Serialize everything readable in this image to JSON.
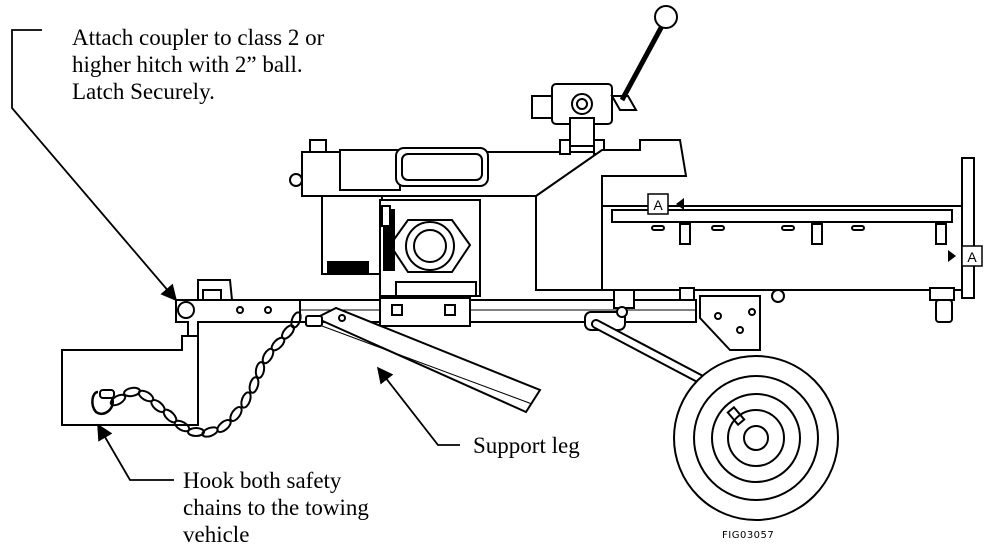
{
  "callouts": {
    "coupler": "Attach coupler to class 2 or\nhigher hitch with 2” ball.\nLatch Securely.",
    "chains": "Hook both safety\nchains to the towing\nvehicle",
    "support_leg": "Support leg"
  },
  "markers": {
    "section_a_left": "A",
    "section_a_right": "A"
  },
  "figure_id": "FIG03057"
}
